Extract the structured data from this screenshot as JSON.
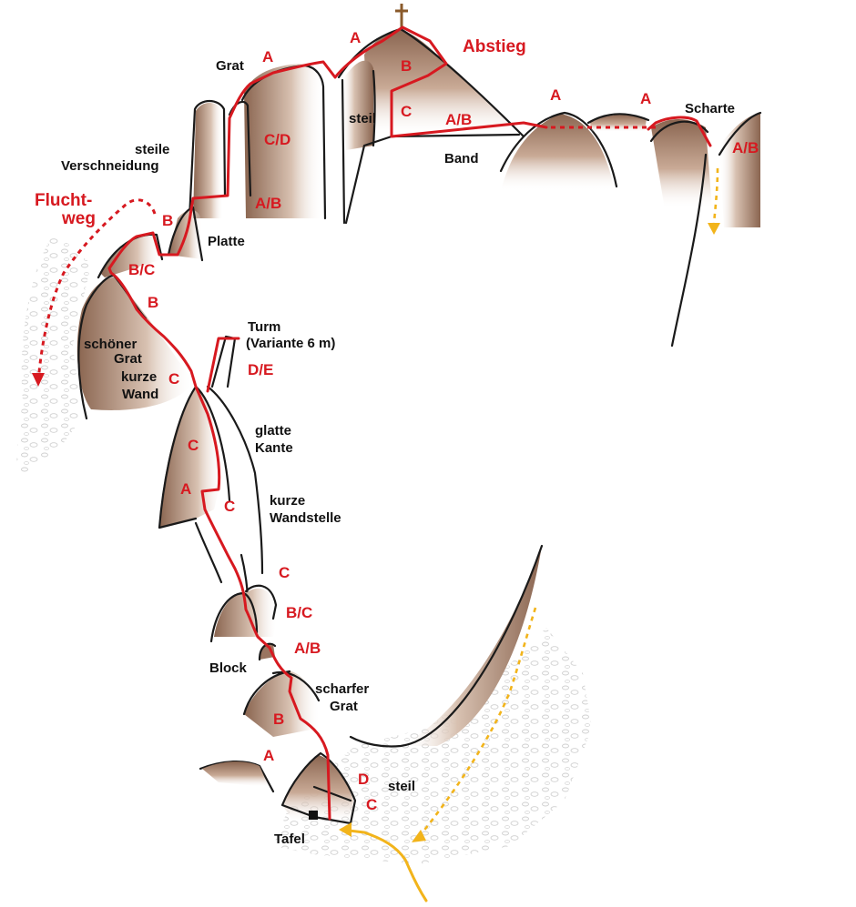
{
  "colors": {
    "route": "#d71920",
    "rock_dark": "#8a6550",
    "rock_light": "#f3ece6",
    "approach": "#f2b41b",
    "outline": "#1a1a1a"
  },
  "icons": {
    "summit": "summit-cross-icon",
    "sign": "tafel-sign-icon"
  },
  "labels_black": {
    "grat_top": "Grat",
    "steile_1": "steile",
    "steile_2": "Verschneidung",
    "steil_top": "steil",
    "band": "Band",
    "scharte": "Scharte",
    "platte": "Platte",
    "turm_1": "Turm",
    "turm_2": "(Variante 6 m)",
    "schoener_1": "schöner",
    "schoener_2": "Grat",
    "kurze_wand_1": "kurze",
    "kurze_wand_2": "Wand",
    "glatte_1": "glatte",
    "glatte_2": "Kante",
    "wandstelle_1": "kurze",
    "wandstelle_2": "Wandstelle",
    "block": "Block",
    "scharfer_1": "scharfer",
    "scharfer_2": "Grat",
    "steil_bottom": "steil",
    "tafel": "Tafel"
  },
  "labels_red": {
    "abstieg": "Abstieg",
    "flucht_1": "Flucht-",
    "flucht_2": "weg",
    "g_A_grat": "A",
    "g_A_summit": "A",
    "g_B_summit": "B",
    "g_C_summit": "C",
    "g_AB_band": "A/B",
    "g_A_ridge1": "A",
    "g_A_ridge2": "A",
    "g_AB_scharte": "A/B",
    "g_CD": "C/D",
    "g_AB_mid": "A/B",
    "g_B_flucht": "B",
    "g_BC_upper": "B/C",
    "g_B_upper": "B",
    "g_C_wand": "C",
    "g_DE": "D/E",
    "g_C_kante": "C",
    "g_A_kante": "A",
    "g_C_wandstelle": "C",
    "g_C_lower": "C",
    "g_BC_lower": "B/C",
    "g_AB_lower": "A/B",
    "g_B_lower": "B",
    "g_A_lower": "A",
    "g_D_lower": "D",
    "g_C_bottom": "C"
  }
}
